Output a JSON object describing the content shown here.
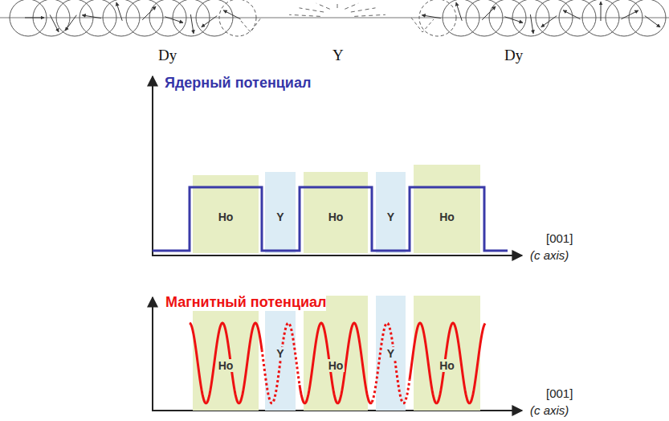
{
  "diagram": {
    "nodes": [
      {
        "text": [
          "Ho"
        ]
      },
      {
        "text": [
          "Y"
        ]
      },
      {
        "text": [
          "Ho"
        ]
      },
      {
        "text": [
          "Y"
        ]
      },
      {
        "text": [
          "Ho"
        ]
      },
      {
        "text": [
          "Ho"
        ]
      },
      {
        "text": [
          "Y"
        ]
      },
      {
        "text": [
          "Ho"
        ]
      },
      {
        "text": [
          "Y"
        ]
      },
      {
        "text": [
          "Ho"
        ]
      }
    ],
    "labels": [
      "Dy",
      "Y",
      "Dy",
      "Ядерный потенциал",
      "[001]",
      "(c axis)",
      "Магнитный потенциал",
      "[001]",
      "(c axis)"
    ]
  }
}
